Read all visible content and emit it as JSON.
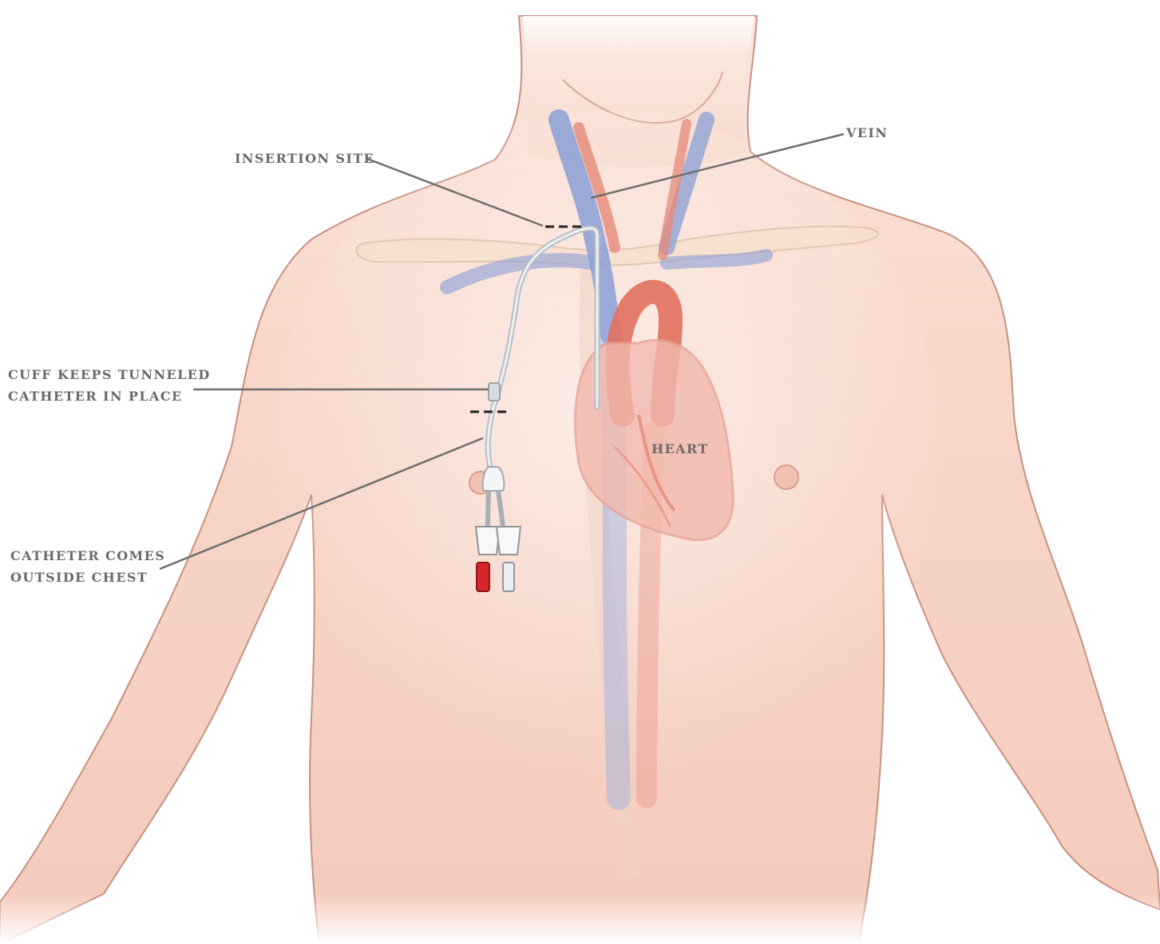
{
  "labels": {
    "insertion_site": "INSERTION SITE",
    "vein": "VEIN",
    "cuff": [
      "CUFF KEEPS TUNNELED",
      "CATHETER IN PLACE"
    ],
    "heart": "HEART",
    "exit": [
      "CATHETER COMES",
      "OUTSIDE CHEST"
    ]
  },
  "colors": {
    "skin": "#f7d3c5",
    "skin_outline": "#c98f80",
    "vein": "#8a9fd6",
    "artery": "#e58a78",
    "heart": "#f2b9ae",
    "catheter": "#d8dde2",
    "clamp_red": "#d8252b",
    "leader_line": "#6e6e6e",
    "label_text": "#6a6a6a"
  }
}
